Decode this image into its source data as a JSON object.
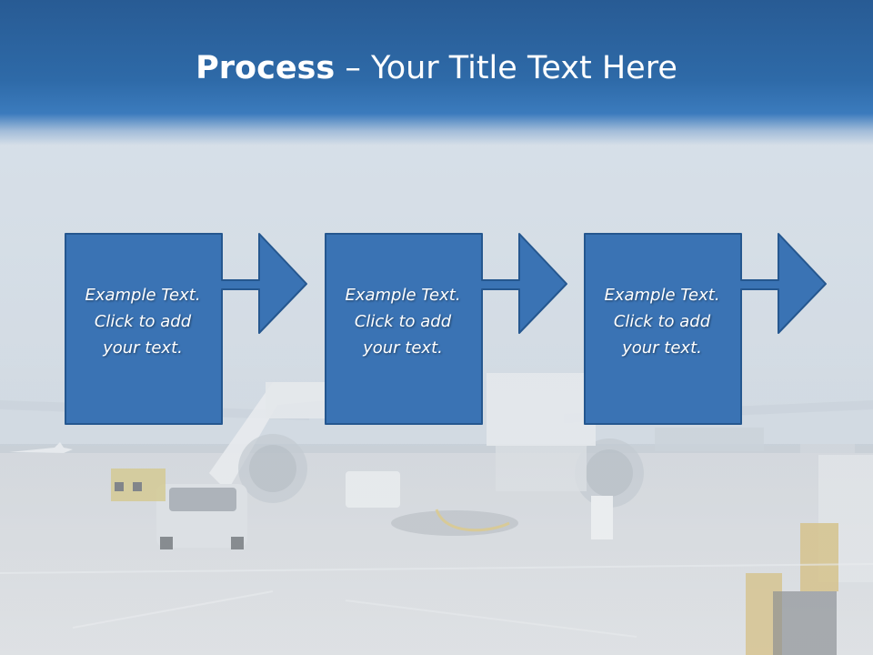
{
  "slide": {
    "title_bold": "Process",
    "title_rest": " – Your Title Text Here"
  },
  "steps": [
    {
      "line1": "Example Text.",
      "line2": "Click  to add",
      "line3": "your text."
    },
    {
      "line1": "Example Text.",
      "line2": "Click  to add",
      "line3": "your text."
    },
    {
      "line1": "Example Text.",
      "line2": "Click  to add",
      "line3": "your text."
    }
  ],
  "colors": {
    "title_bar": "#2e6aa8",
    "box_fill": "#3a73b4",
    "box_stroke": "#25578f",
    "text": "#ffffff"
  }
}
